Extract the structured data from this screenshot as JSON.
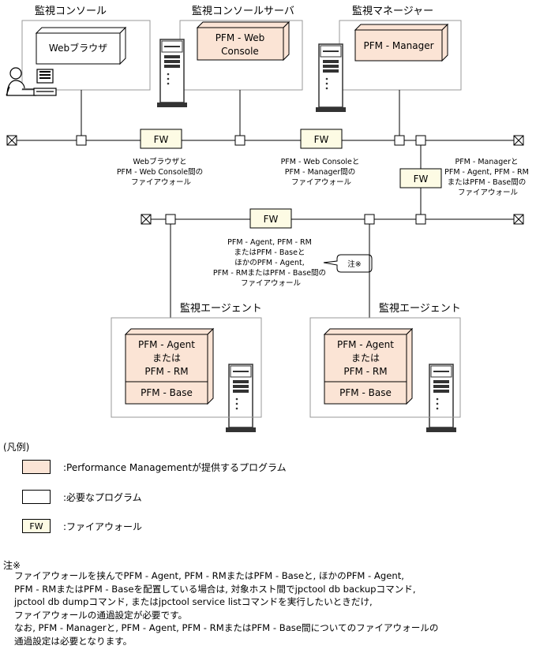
{
  "labels": {
    "console_section": "監視コンソール",
    "console_server_section": "監視コンソールサーバ",
    "manager_section": "監視マネージャー",
    "agent_section_left": "監視エージェント",
    "agent_section_right": "監視エージェント"
  },
  "boxes": {
    "web_browser": "Webブラウザ",
    "web_console_line1": "PFM - Web",
    "web_console_line2": "Console",
    "manager": "PFM - Manager",
    "agent_left": [
      "PFM - Agent",
      "または",
      "PFM - RM"
    ],
    "base_left": "PFM - Base",
    "agent_right": [
      "PFM - Agent",
      "または",
      "PFM - RM"
    ],
    "base_right": "PFM - Base"
  },
  "firewalls": {
    "fw_label": "FW",
    "fw1_caption": [
      "Webブラウザと",
      "PFM - Web Console間の",
      "ファイアウォール"
    ],
    "fw2_caption": [
      "PFM - Web Consoleと",
      "PFM - Manager間の",
      "ファイアウォール"
    ],
    "fw3_caption": [
      "PFM - Managerと",
      "PFM - Agent, PFM - RM",
      "またはPFM - Base間の",
      "ファイアウォール"
    ],
    "fw4_caption": [
      "PFM - Agent, PFM - RM",
      "またはPFM - Baseと",
      "ほかのPFM - Agent,",
      "PFM - RMまたはPFM - Base間の",
      "ファイアウォール"
    ],
    "callout": "注※"
  },
  "legend": {
    "title": "(凡例)",
    "provided": ":Performance Managementが提供するプログラム",
    "required": ":必要なプログラム",
    "fw_swatch": "FW",
    "firewall": ":ファイアウォール"
  },
  "note": {
    "head": "注※",
    "lines": [
      "ファイアウォールを挟んでPFM - Agent, PFM - RMまたはPFM - Baseと, ほかのPFM - Agent,",
      "PFM - RMまたはPFM - Baseを配置している場合は, 対象ホスト間でjpctool db backupコマンド,",
      "jpctool db dumpコマンド, またはjpctool service listコマンドを実行したいときだけ,",
      "ファイアウォールの通過設定が必要です。",
      "なお, PFM - Managerと, PFM - Agent, PFM - RMまたはPFM - Base間についてのファイアウォールの",
      "通過設定は必要となります。"
    ]
  },
  "colors": {
    "provided_fill": "#fbe4d5",
    "firewall_fill": "#fdfbe4",
    "frame_stroke": "#999999",
    "server_dark": "#333333"
  }
}
